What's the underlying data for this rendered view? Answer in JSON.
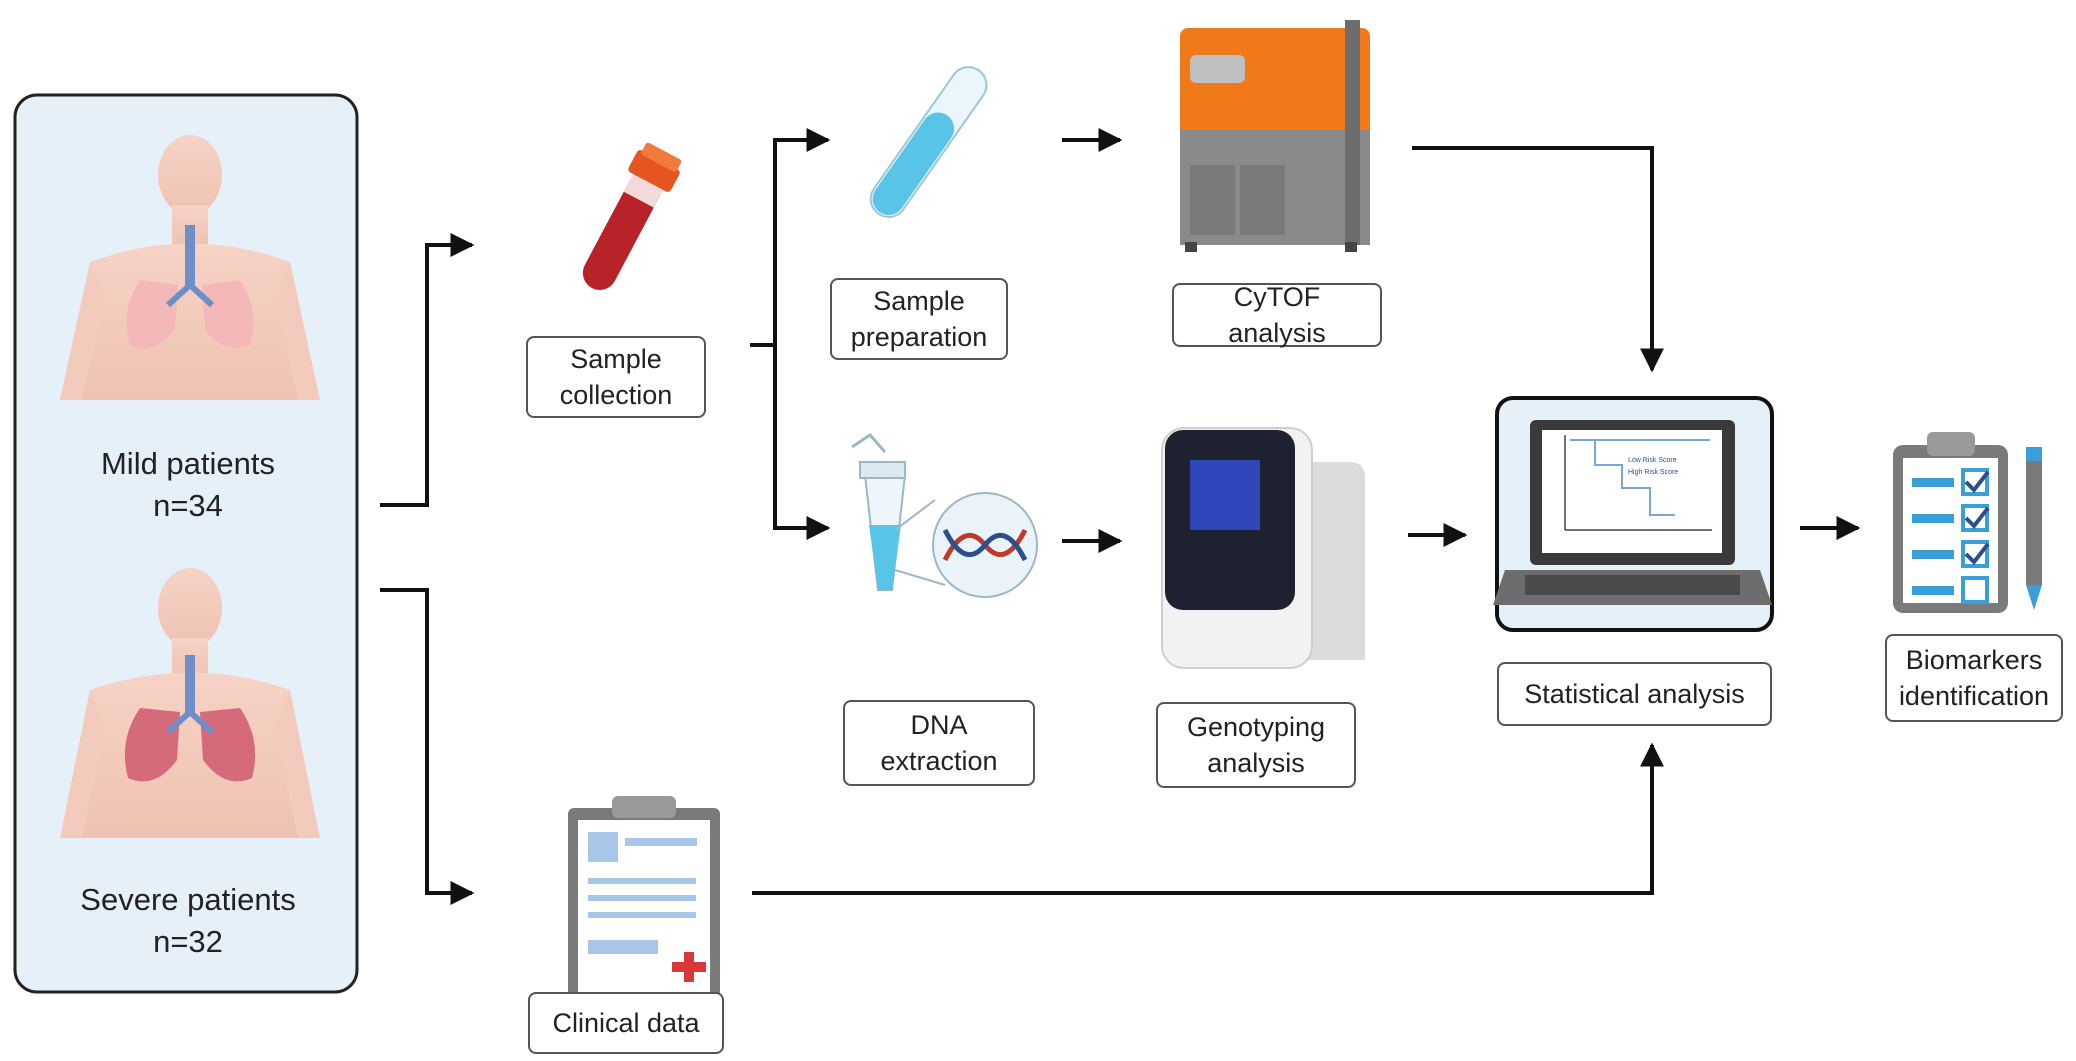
{
  "patients": {
    "mild": {
      "label": "Mild patients",
      "count": "n=34"
    },
    "severe": {
      "label": "Severe patients",
      "count": "n=32"
    }
  },
  "steps": {
    "sample_collection": "Sample\ncollection",
    "sample_preparation": "Sample\npreparation",
    "cytof_analysis": "CyTOF analysis",
    "dna_extraction": "DNA\nextraction",
    "genotyping_analysis": "Genotyping\nanalysis",
    "statistical_analysis": "Statistical analysis",
    "biomarkers_identification": "Biomarkers\nidentification",
    "clinical_data": "Clinical data"
  },
  "chart_inset": {
    "legend_low": "Low Risk Score",
    "legend_high": "High Risk Score"
  },
  "colors": {
    "panel_bg": "#e6f0f9",
    "arrow": "#111111",
    "blood": "#b8232a",
    "cap": "#e5551f",
    "tube_blue": "#58c4e8",
    "machine_orange": "#f07a1a",
    "machine_grey": "#8a8a8a",
    "check_blue": "#3a9fd8"
  }
}
